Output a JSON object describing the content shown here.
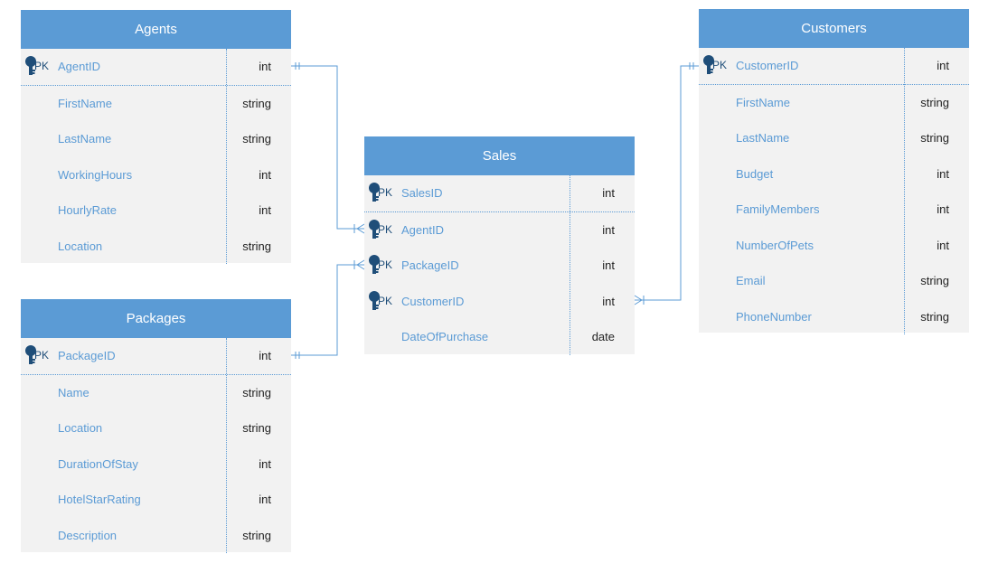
{
  "agents": {
    "title": "Agents",
    "rows": [
      {
        "pk": "PK",
        "name": "AgentID",
        "type": "int"
      },
      {
        "name": "FirstName",
        "type": "string"
      },
      {
        "name": "LastName",
        "type": "string"
      },
      {
        "name": "WorkingHours",
        "type": "int"
      },
      {
        "name": "HourlyRate",
        "type": "int"
      },
      {
        "name": "Location",
        "type": "string"
      }
    ]
  },
  "packages": {
    "title": "Packages",
    "rows": [
      {
        "pk": "PK",
        "name": "PackageID",
        "type": "int"
      },
      {
        "name": "Name",
        "type": "string"
      },
      {
        "name": "Location",
        "type": "string"
      },
      {
        "name": "DurationOfStay",
        "type": "int"
      },
      {
        "name": "HotelStarRating",
        "type": "int"
      },
      {
        "name": "Description",
        "type": "string"
      }
    ]
  },
  "sales": {
    "title": "Sales",
    "rows": [
      {
        "pk": "PK",
        "name": "SalesID",
        "type": "int"
      },
      {
        "pk": "PK",
        "name": "AgentID",
        "type": "int"
      },
      {
        "pk": "PK",
        "name": "PackageID",
        "type": "int"
      },
      {
        "pk": "PK",
        "name": "CustomerID",
        "type": "int"
      },
      {
        "name": "DateOfPurchase",
        "type": "date"
      }
    ]
  },
  "customers": {
    "title": "Customers",
    "rows": [
      {
        "pk": "PK",
        "name": "CustomerID",
        "type": "int"
      },
      {
        "name": "FirstName",
        "type": "string"
      },
      {
        "name": "LastName",
        "type": "string"
      },
      {
        "name": "Budget",
        "type": "int"
      },
      {
        "name": "FamilyMembers",
        "type": "int"
      },
      {
        "name": "NumberOfPets",
        "type": "int"
      },
      {
        "name": "Email",
        "type": "string"
      },
      {
        "name": "PhoneNumber",
        "type": "string"
      }
    ]
  },
  "colors": {
    "header": "#5b9bd5",
    "body": "#f2f2f2",
    "field_name": "#5b9bd5",
    "key_icon": "#1f4e79",
    "connector": "#5b9bd5"
  },
  "icons": {
    "primary_key": "key-icon"
  }
}
